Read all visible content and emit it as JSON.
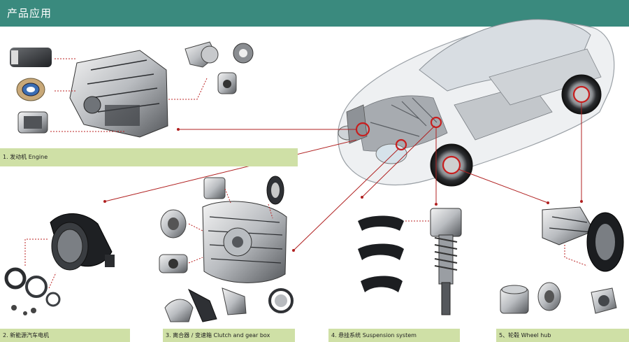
{
  "header": {
    "title": "产品应用"
  },
  "labels": {
    "engine": "1. 发动机  Engine",
    "ev_motor": "2. 新能源汽车电机",
    "clutch": "3. 离合器 / 变速箱  Clutch and gear box",
    "suspension": "4. 悬挂系统    Suspension system",
    "wheel_hub": "5、轮毂  Wheel hub"
  },
  "colors": {
    "header_bg": "#3a8a7e",
    "label_bg": "#cfe0a6",
    "leader": "#b02020"
  }
}
